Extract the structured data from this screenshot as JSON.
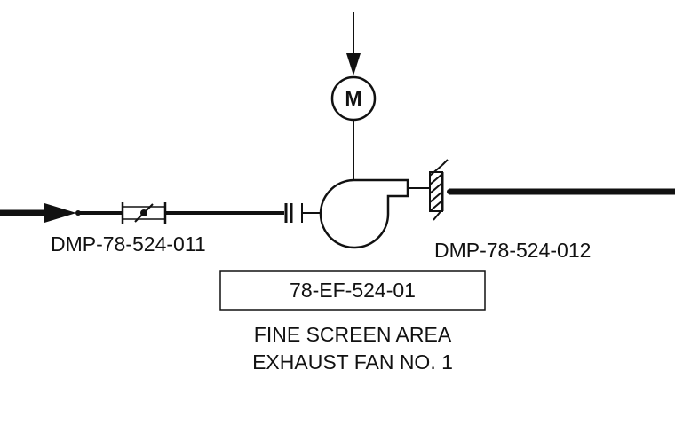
{
  "motor": {
    "symbol": "M"
  },
  "inlet_damper": {
    "tag": "DMP-78-524-011"
  },
  "outlet_damper": {
    "tag": "DMP-78-524-012"
  },
  "fan": {
    "tag": "78-EF-524-01",
    "description_line1": "FINE SCREEN AREA",
    "description_line2": "EXHAUST FAN NO. 1"
  }
}
